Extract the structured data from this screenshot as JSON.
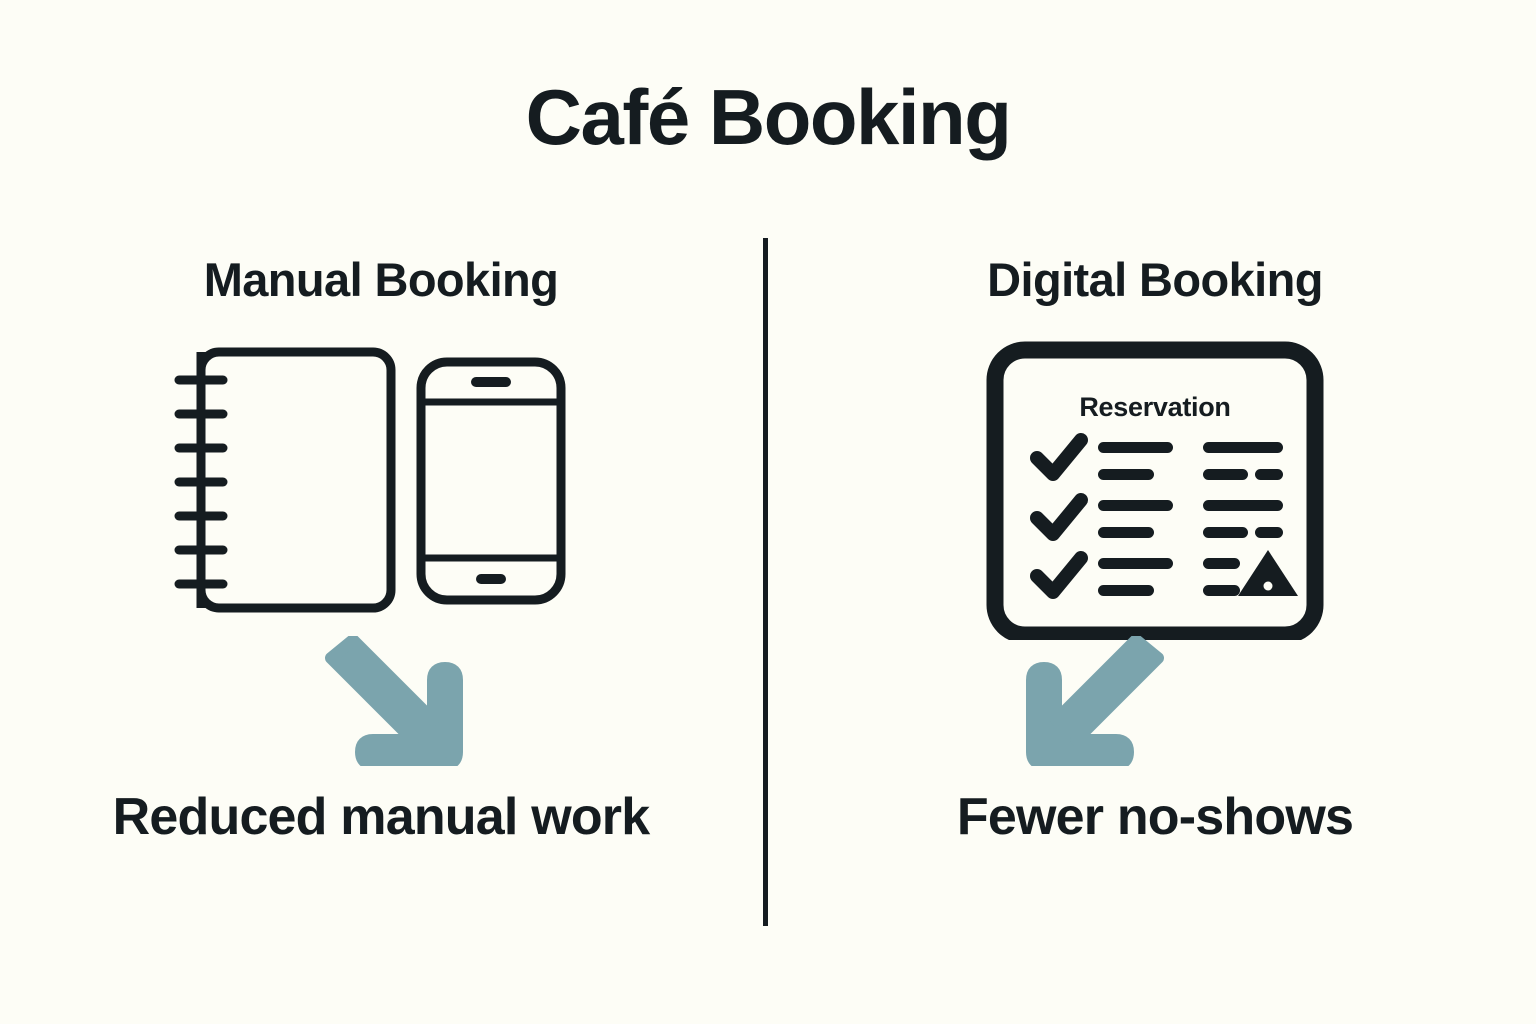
{
  "page": {
    "title": "Café Booking",
    "background_color": "#fdfdf6",
    "ink_color": "#151c20",
    "accent_color": "#7ba4ad"
  },
  "divider": {
    "name": "vertical-divider"
  },
  "columns": [
    {
      "id": "manual",
      "heading": "Manual Booking",
      "icons": [
        "spiral-notebook-icon",
        "smartphone-icon"
      ],
      "notebook": {
        "rings": 7
      },
      "arrow": {
        "name": "arrow-down-right-icon",
        "direction": "down-right",
        "color": "#7ba4ad"
      },
      "caption": "Reduced manual work"
    },
    {
      "id": "digital",
      "heading": "Digital Booking",
      "icons": [
        "reservation-screen-icon"
      ],
      "card": {
        "label": "Reservation",
        "rows": [
          {
            "check": "checkmark-icon",
            "left_lines": [
              1.0,
              0.62
            ],
            "right_lines": [
              [
                1.0
              ],
              [
                0.55,
                0.38
              ]
            ]
          },
          {
            "check": "checkmark-icon",
            "left_lines": [
              1.0,
              0.68
            ],
            "right_lines": [
              [
                1.0
              ],
              [
                0.55,
                0.38
              ]
            ]
          },
          {
            "check": "checkmark-icon",
            "left_lines": [
              1.0,
              0.68
            ],
            "right_lines": [
              [
                0.42
              ],
              [
                0.42
              ]
            ],
            "badge": "warning-triangle-icon"
          }
        ]
      },
      "arrow": {
        "name": "arrow-down-left-icon",
        "direction": "down-left",
        "color": "#7ba4ad"
      },
      "caption": "Fewer no-shows"
    }
  ]
}
